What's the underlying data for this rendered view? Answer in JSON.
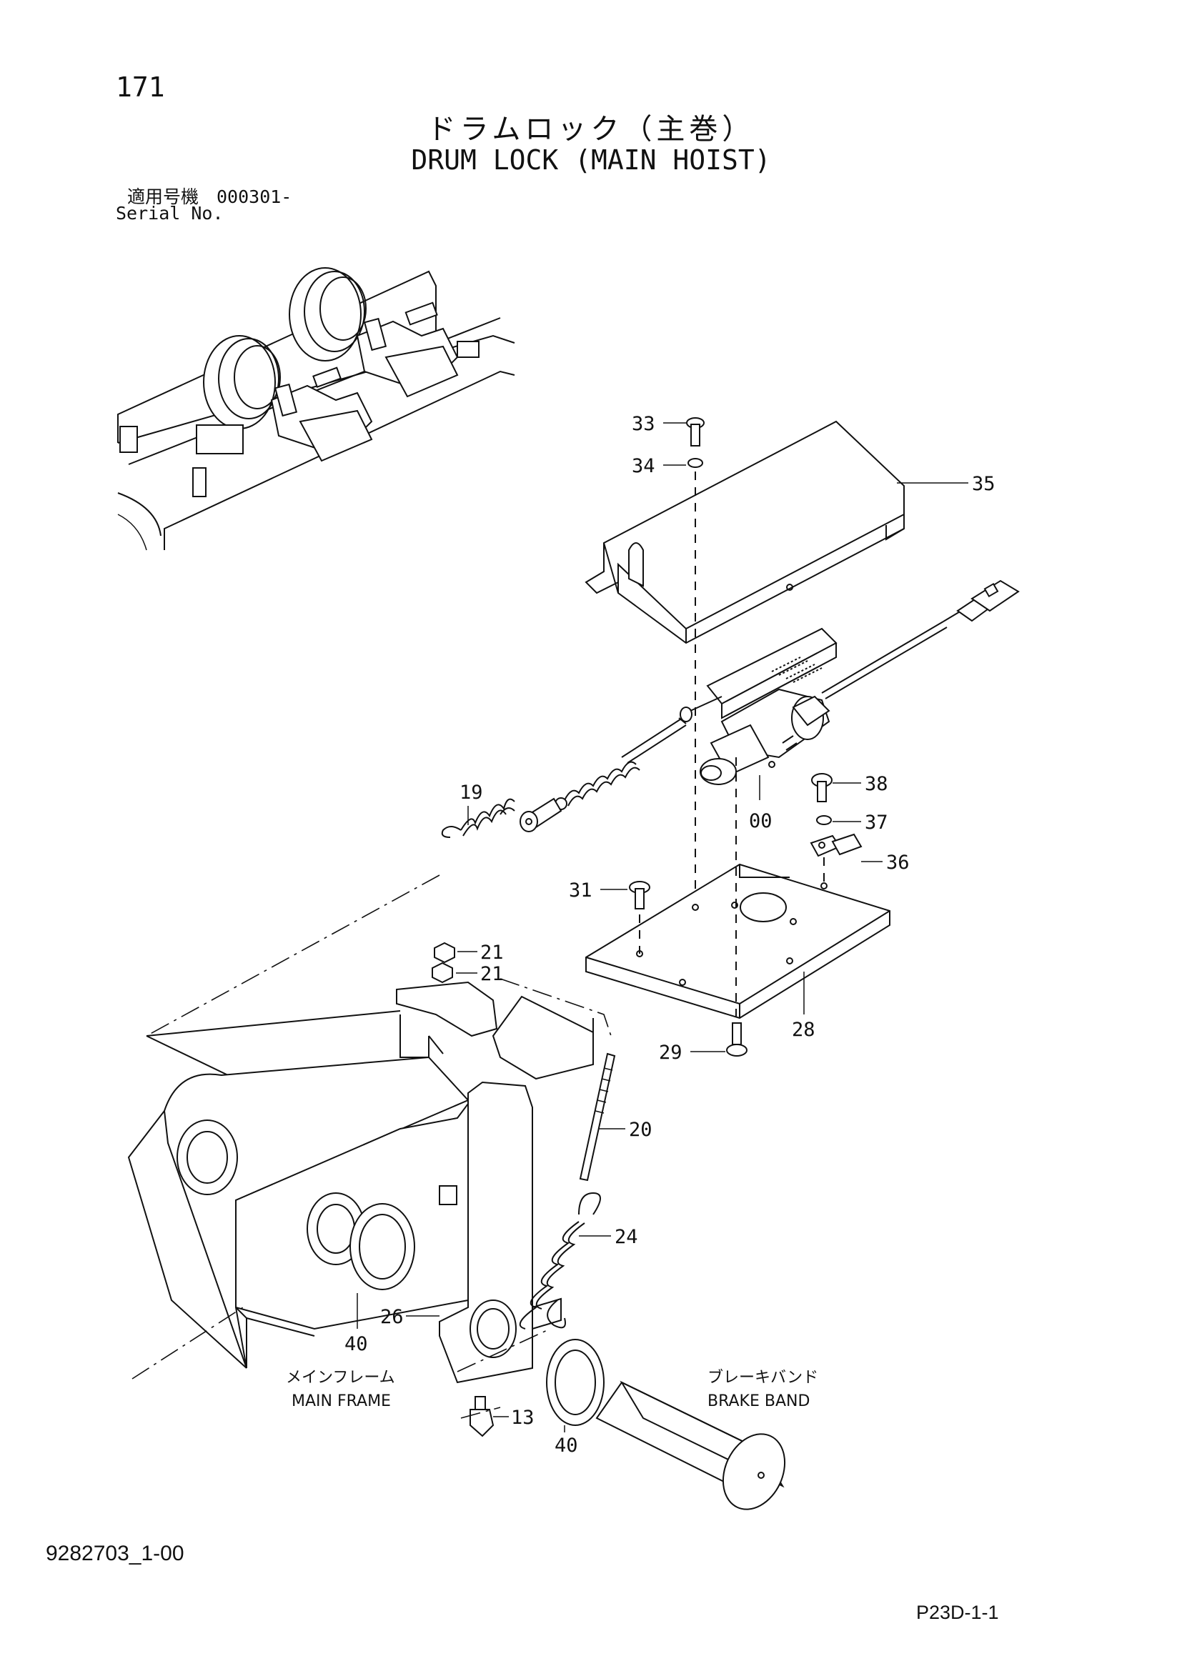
{
  "header": {
    "page_number": "171",
    "title_jp": "ドラムロック（主巻）",
    "title_en": "DRUM LOCK (MAIN HOIST)",
    "serial_label_jp": "適用号機　000301-",
    "serial_label_en": "Serial No."
  },
  "footer": {
    "document_id": "9282703_1-00",
    "page_code": "P23D-1-1"
  },
  "callouts": {
    "c33": "33",
    "c34": "34",
    "c35": "35",
    "c19": "19",
    "c00": "00",
    "c38": "38",
    "c37": "37",
    "c36": "36",
    "c31": "31",
    "c21a": "21",
    "c21b": "21",
    "c28": "28",
    "c29": "29",
    "c20": "20",
    "c24": "24",
    "c26": "26",
    "c40a": "40",
    "c13": "13",
    "c40b": "40"
  },
  "captions": {
    "main_frame_jp": "メインフレーム",
    "main_frame_en": "MAIN FRAME",
    "brake_band_jp": "ブレーキバンド",
    "brake_band_en": "BRAKE BAND"
  }
}
